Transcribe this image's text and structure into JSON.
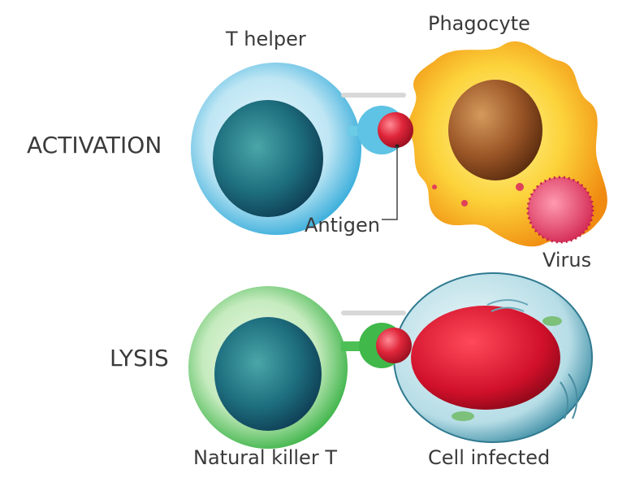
{
  "labels": {
    "t_helper": "T helper",
    "phagocyte": "Phagocyte",
    "activation": "ACTIVATION",
    "antigen": "Antigen",
    "virus": "Virus",
    "lysis": "LYSIS",
    "natural_killer_t": "Natural killer T",
    "cell_infected": "Cell infected"
  },
  "colors": {
    "t_helper": "#3fb4de",
    "natural_killer": "#3db54a",
    "phagocyte": "#f5a623",
    "phagocyte_nucleus": "#8a4a1c",
    "antigen": "#e0263a",
    "virus": "#e0456a",
    "infected_cell": "#a8dbe8",
    "infected_nucleus": "#d0102a",
    "nucleus": "#1f6f80"
  }
}
